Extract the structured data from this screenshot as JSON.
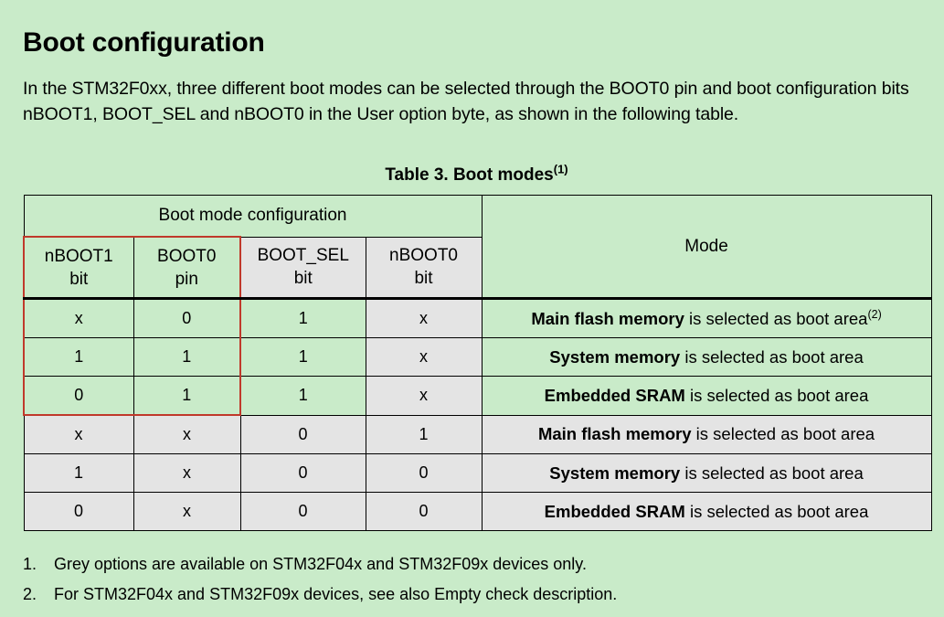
{
  "document": {
    "heading": "Boot configuration",
    "intro": "In the STM32F0xx, three different boot modes can be selected through the BOOT0 pin and boot configuration bits nBOOT1, BOOT_SEL and nBOOT0 in the User option byte, as shown in the following table.",
    "table_caption": "Table 3. Boot modes",
    "table_caption_footnote": "(1)"
  },
  "colors": {
    "page_background": "#c9ebc9",
    "green_cell": "#c9ebc9",
    "grey_cell": "#e4e4e4",
    "grid_line": "#000000",
    "highlight_border": "#c0392b"
  },
  "table": {
    "group_header": "Boot mode configuration",
    "mode_header": "Mode",
    "columns": [
      {
        "line1": "nBOOT1",
        "line2": "bit"
      },
      {
        "line1": "BOOT0",
        "line2": "pin"
      },
      {
        "line1": "BOOT_SEL",
        "line2": "bit"
      },
      {
        "line1": "nBOOT0",
        "line2": "bit"
      }
    ],
    "rows": [
      {
        "nboot1": "x",
        "boot0": "0",
        "boot_sel": "1",
        "nboot0": "x",
        "mode_bold": "Main flash memory",
        "mode_rest": " is selected as boot area",
        "mode_sup": "(2)",
        "shade": [
          "green",
          "green",
          "green",
          "grey",
          "green"
        ]
      },
      {
        "nboot1": "1",
        "boot0": "1",
        "boot_sel": "1",
        "nboot0": "x",
        "mode_bold": "System memory",
        "mode_rest": " is selected as boot area",
        "mode_sup": "",
        "shade": [
          "green",
          "green",
          "green",
          "grey",
          "green"
        ]
      },
      {
        "nboot1": "0",
        "boot0": "1",
        "boot_sel": "1",
        "nboot0": "x",
        "mode_bold": "Embedded SRAM",
        "mode_rest": " is selected as boot area",
        "mode_sup": "",
        "shade": [
          "green",
          "green",
          "green",
          "grey",
          "green"
        ]
      },
      {
        "nboot1": "x",
        "boot0": "x",
        "boot_sel": "0",
        "nboot0": "1",
        "mode_bold": "Main flash memory",
        "mode_rest": " is selected as boot area",
        "mode_sup": "",
        "shade": [
          "grey",
          "grey",
          "grey",
          "grey",
          "grey"
        ]
      },
      {
        "nboot1": "1",
        "boot0": "x",
        "boot_sel": "0",
        "nboot0": "0",
        "mode_bold": "System memory",
        "mode_rest": " is selected as boot area",
        "mode_sup": "",
        "shade": [
          "grey",
          "grey",
          "grey",
          "grey",
          "grey"
        ]
      },
      {
        "nboot1": "0",
        "boot0": "x",
        "boot_sel": "0",
        "nboot0": "0",
        "mode_bold": "Embedded SRAM",
        "mode_rest": " is selected as boot area",
        "mode_sup": "",
        "shade": [
          "grey",
          "grey",
          "grey",
          "grey",
          "grey"
        ]
      }
    ]
  },
  "footnotes": [
    {
      "number": "1.",
      "text": "Grey options are available on STM32F04x and STM32F09x devices only."
    },
    {
      "number": "2.",
      "text": "For STM32F04x and STM32F09x devices, see also Empty check description."
    }
  ]
}
